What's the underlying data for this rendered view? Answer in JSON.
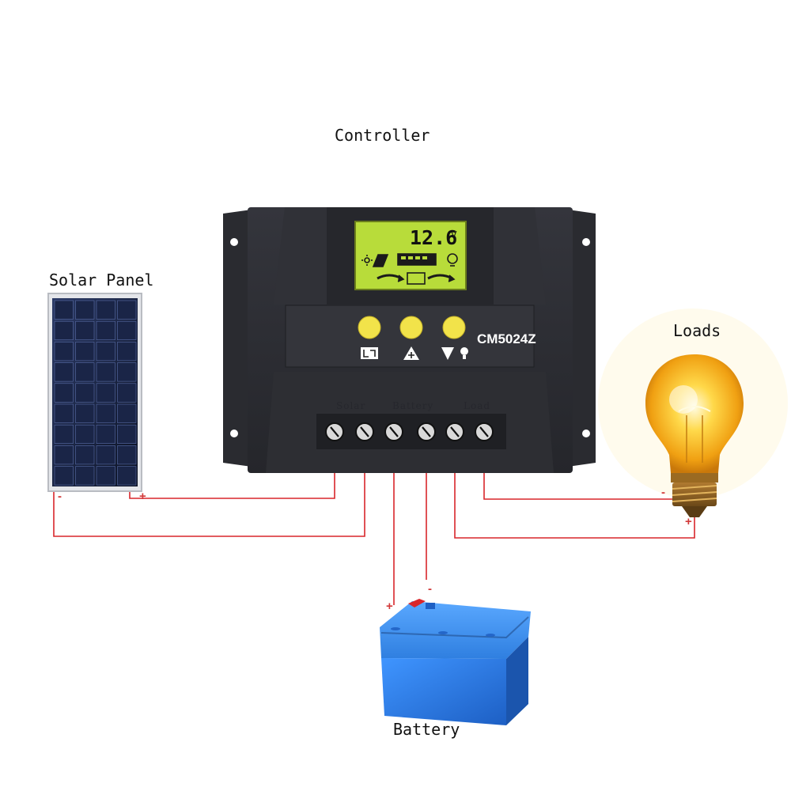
{
  "labels": {
    "controller": "Controller",
    "solar_panel": "Solar Panel",
    "loads": "Loads",
    "battery": "Battery"
  },
  "controller": {
    "model": "CM5024Z",
    "lcd_value": "12.6",
    "lcd_unit": "V",
    "terminal_labels": [
      "Solar",
      "Battery",
      "Load"
    ],
    "buttons": [
      "mode-button",
      "plus-button",
      "minus-load-button"
    ]
  },
  "polarity": {
    "solar_negative": "-",
    "solar_positive": "+",
    "load_negative": "-",
    "load_positive": "+",
    "battery_positive": "+",
    "battery_negative": "-"
  },
  "colors": {
    "wire": "#d9262b",
    "controller_body": "#2c2d33",
    "lcd": "#b8dc3a",
    "button": "#f2e34a",
    "battery": "#2f7fe0",
    "bulb": "#f5b21c"
  }
}
